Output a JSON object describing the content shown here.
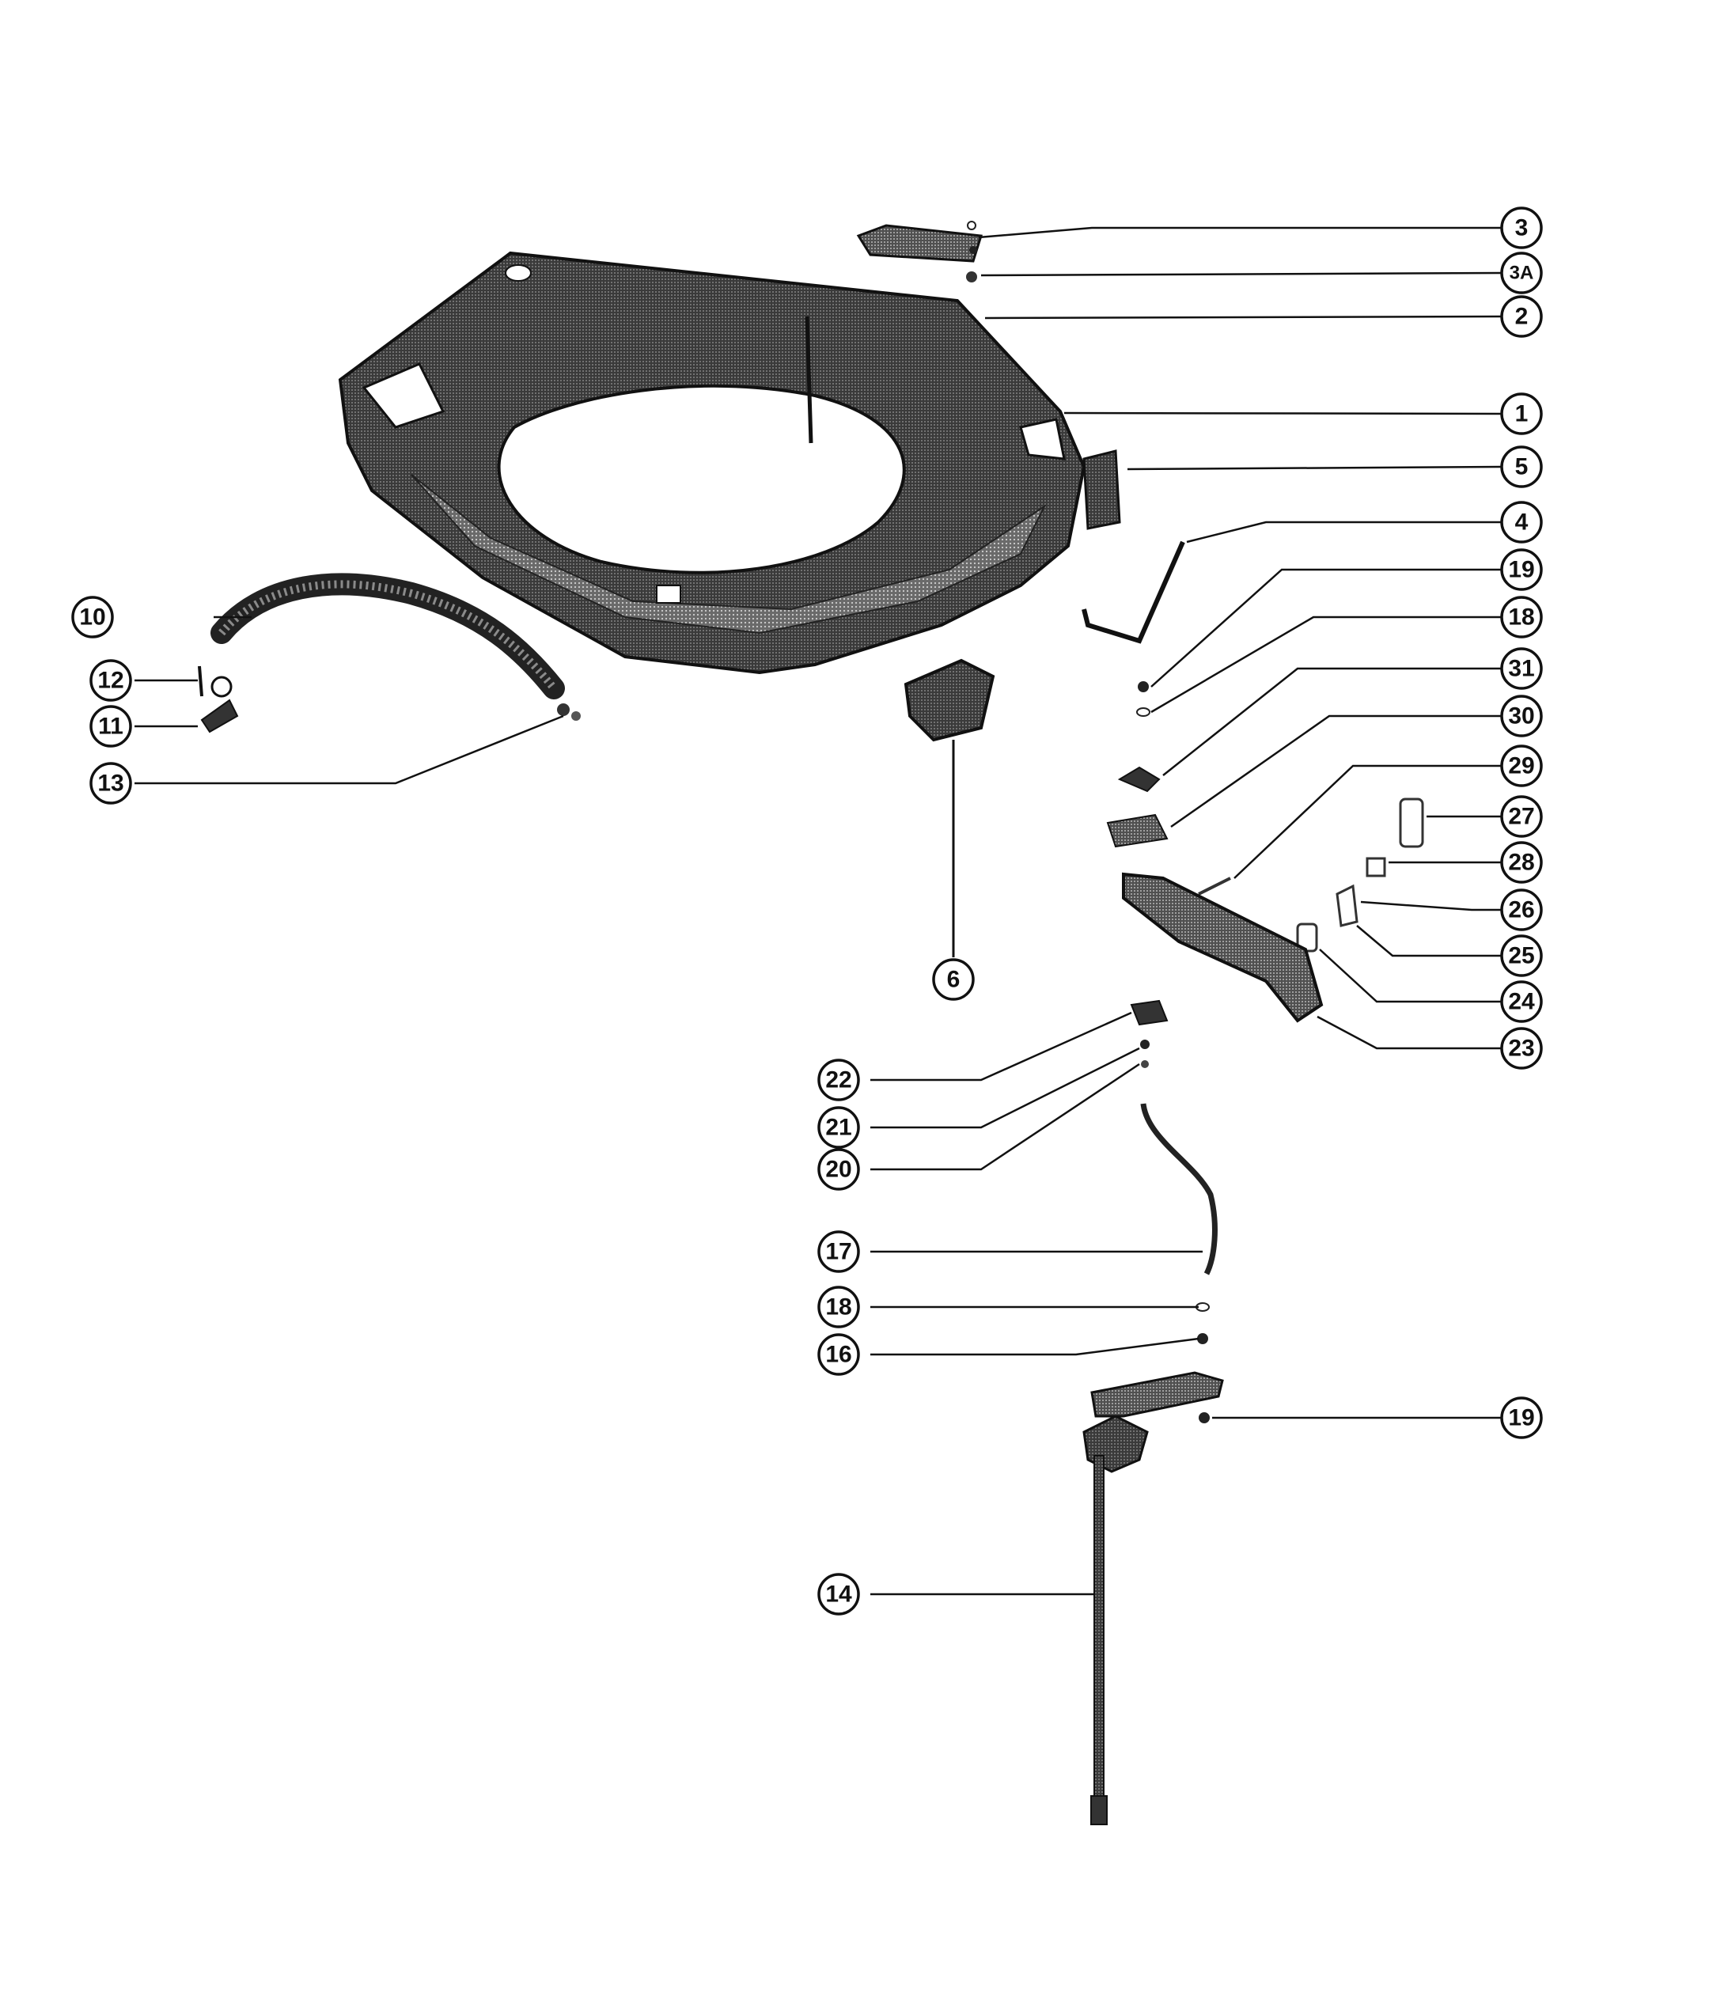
{
  "diagram": {
    "callouts": [
      {
        "id": "c3",
        "label": "3"
      },
      {
        "id": "c3a",
        "label": "3A"
      },
      {
        "id": "c2",
        "label": "2"
      },
      {
        "id": "c1",
        "label": "1"
      },
      {
        "id": "c5",
        "label": "5"
      },
      {
        "id": "c4",
        "label": "4"
      },
      {
        "id": "c19a",
        "label": "19"
      },
      {
        "id": "c18a",
        "label": "18"
      },
      {
        "id": "c31",
        "label": "31"
      },
      {
        "id": "c30",
        "label": "30"
      },
      {
        "id": "c29",
        "label": "29"
      },
      {
        "id": "c27",
        "label": "27"
      },
      {
        "id": "c28",
        "label": "28"
      },
      {
        "id": "c26",
        "label": "26"
      },
      {
        "id": "c25",
        "label": "25"
      },
      {
        "id": "c24",
        "label": "24"
      },
      {
        "id": "c23",
        "label": "23"
      },
      {
        "id": "c10",
        "label": "10"
      },
      {
        "id": "c12",
        "label": "12"
      },
      {
        "id": "c11",
        "label": "11"
      },
      {
        "id": "c13",
        "label": "13"
      },
      {
        "id": "c6",
        "label": "6"
      },
      {
        "id": "c22",
        "label": "22"
      },
      {
        "id": "c21",
        "label": "21"
      },
      {
        "id": "c20",
        "label": "20"
      },
      {
        "id": "c17",
        "label": "17"
      },
      {
        "id": "c18b",
        "label": "18"
      },
      {
        "id": "c16",
        "label": "16"
      },
      {
        "id": "c19b",
        "label": "19"
      },
      {
        "id": "c14",
        "label": "14"
      }
    ]
  }
}
